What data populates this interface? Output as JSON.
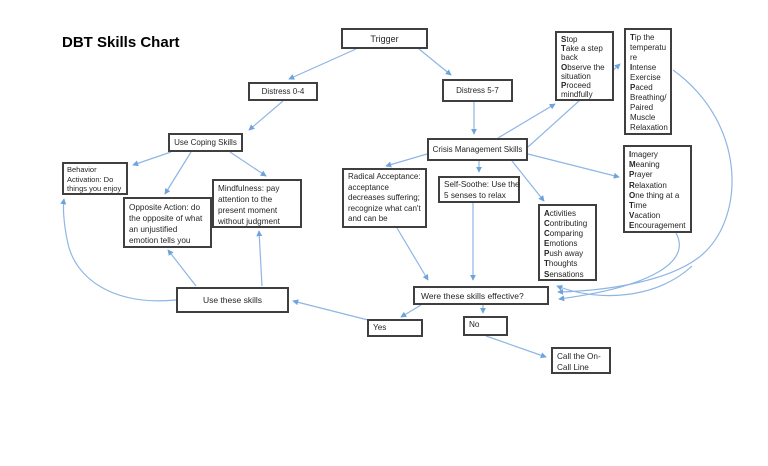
{
  "title": "DBT Skills Chart",
  "colors": {
    "arrow": "#8EB6E4",
    "arrowhead": "#6FA3DB",
    "box_border": "#3f3f3f"
  },
  "nodes": {
    "trigger": {
      "text": "Trigger"
    },
    "distress_low": {
      "text": "Distress 0-4"
    },
    "distress_high": {
      "text": "Distress 5-7"
    },
    "use_coping_skills": {
      "text": "Use Coping Skills"
    },
    "behavior_activation": {
      "lines": [
        "Behavior",
        "Activation: Do",
        "things you enjoy"
      ]
    },
    "opposite_action": {
      "lines": [
        "Opposite Action: do",
        "the opposite of what",
        "an unjustified",
        "emotion tells you"
      ]
    },
    "mindfulness": {
      "lines": [
        "Mindfulness: pay",
        "attention to the",
        "present moment",
        "without judgment"
      ]
    },
    "crisis_management": {
      "text": "Crisis Management Skills"
    },
    "stop": {
      "lines": [
        [
          "S",
          "top"
        ],
        [
          "T",
          "ake a step"
        ],
        [
          "",
          "back"
        ],
        [
          "O",
          "bserve the"
        ],
        [
          "",
          "situation"
        ],
        [
          "P",
          "roceed"
        ],
        [
          "",
          "mindfully"
        ]
      ]
    },
    "tip": {
      "lines": [
        [
          "T",
          "ip the"
        ],
        [
          "",
          "temperatu"
        ],
        [
          "",
          "re"
        ],
        [
          "I",
          "ntense"
        ],
        [
          "",
          "Exercise"
        ],
        [
          "P",
          "aced"
        ],
        [
          "",
          "Breathing/"
        ],
        [
          "",
          "Paired"
        ],
        [
          "",
          "Muscle"
        ],
        [
          "",
          "Relaxation"
        ]
      ]
    },
    "improve": {
      "lines": [
        [
          "I",
          "magery"
        ],
        [
          "M",
          "eaning"
        ],
        [
          "P",
          "rayer"
        ],
        [
          "R",
          "elaxation"
        ],
        [
          "O",
          "ne thing at a"
        ],
        [
          "T",
          "ime"
        ],
        [
          "V",
          "acation"
        ],
        [
          "E",
          "ncouragement"
        ]
      ]
    },
    "self_soothe": {
      "lines": [
        "Self-Soothe: Use the",
        "5 senses to relax"
      ]
    },
    "radical_acceptance": {
      "lines": [
        "Radical Acceptance:",
        "acceptance",
        "decreases suffering;",
        "recognize what can't",
        "and can be"
      ]
    },
    "accepts": {
      "lines": [
        [
          "A",
          "ctivities"
        ],
        [
          "C",
          "ontributing"
        ],
        [
          "C",
          "omparing"
        ],
        [
          "E",
          "motions"
        ],
        [
          "P",
          "ush away"
        ],
        [
          "T",
          "houghts"
        ],
        [
          "S",
          "ensations"
        ]
      ]
    },
    "use_these_skills": {
      "text": "Use these skills"
    },
    "effective": {
      "text": "Were these skills effective?"
    },
    "yes": {
      "text": "Yes"
    },
    "no": {
      "text": "No"
    },
    "call_line": {
      "lines": [
        "Call the On-",
        "Call Line"
      ]
    }
  }
}
